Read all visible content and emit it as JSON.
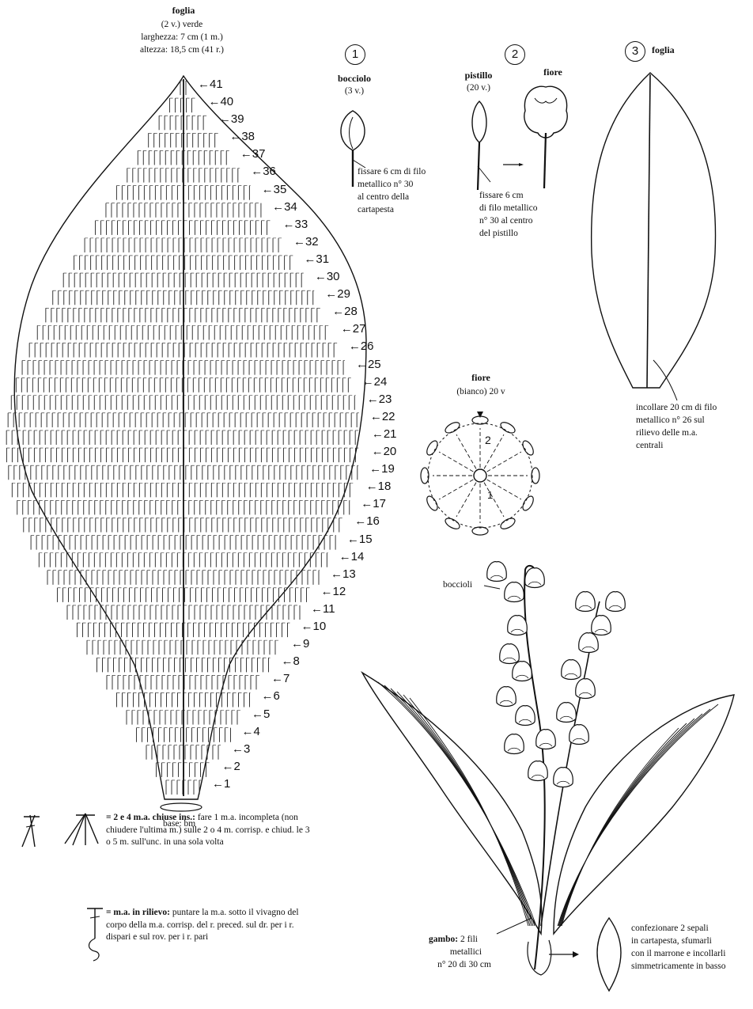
{
  "leaf_chart": {
    "title": "foglia",
    "line1": "(2 v.) verde",
    "line2": "larghezza: 7 cm (1 m.)",
    "line3": "altezza: 18,5 cm (41 r.)",
    "base_label": "base: bm",
    "rows": [
      "1",
      "2",
      "3",
      "4",
      "5",
      "6",
      "7",
      "8",
      "9",
      "10",
      "11",
      "12",
      "13",
      "14",
      "15",
      "16",
      "17",
      "18",
      "19",
      "20",
      "21",
      "22",
      "23",
      "24",
      "25",
      "26",
      "27",
      "28",
      "29",
      "30",
      "31",
      "32",
      "33",
      "34",
      "35",
      "36",
      "37",
      "38",
      "39",
      "40",
      "41"
    ]
  },
  "step1": {
    "number": "1",
    "title": "bocciolo",
    "count": "(3 v.)",
    "instruction": [
      "fissare 6 cm di filo",
      "metallico n° 30",
      "al centro della",
      "cartapesta"
    ]
  },
  "step2": {
    "number": "2",
    "pistil_title": "pistillo",
    "pistil_count": "(20 v.)",
    "flower_title": "fiore",
    "instruction": [
      "fissare 6 cm",
      "di filo metallico",
      "n° 30 al centro",
      "del pistillo"
    ]
  },
  "step3": {
    "number": "3",
    "title": "foglia",
    "instruction": [
      "incollare 20 cm di filo",
      "metallico n° 26 sul",
      "rilievo delle m.a.",
      "centrali"
    ]
  },
  "flower_chart": {
    "title": "fiore",
    "subtitle": "(bianco) 20 v",
    "round_labels": [
      "2",
      "1"
    ]
  },
  "plant": {
    "buds_label": "boccioli",
    "stem_label_bold": "gambo:",
    "stem_label": [
      "2 fili",
      "metallici",
      "n° 20 di 30 cm"
    ],
    "sepal_instruction": [
      "confezionare 2 sepali",
      "in cartapesta, sfumarli",
      "con il marrone e incollarli",
      "simmetricamente in basso"
    ]
  },
  "legend": {
    "item1_bold": "= 2 e 4 m.a. chiuse ins.:",
    "item1_text": "fare 1 m.a. incompleta (non chiudere l'ultima m.) sulle 2 o 4 m. corrisp. e chiud. le 3 o 5 m. sull'unc. in una sola volta",
    "item2_bold": "= m.a. in rilievo:",
    "item2_text": "puntare la m.a. sotto il vivagno del corpo della m.a. corrisp. del r. preced. sul dr. per i r. dispari e sul rov. per i r. pari"
  }
}
